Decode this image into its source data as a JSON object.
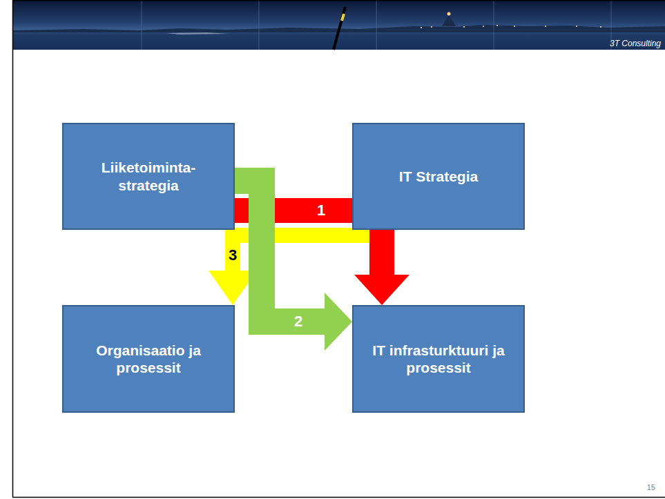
{
  "diagram": {
    "nodes": [
      {
        "text": [
          "Liiketoiminta- strategia"
        ]
      },
      {
        "text": [
          "IT Strategia"
        ]
      },
      {
        "text": [
          "Organisaatio ja prosessit"
        ]
      },
      {
        "text": [
          "IT infrasturktuuri ja prosessit"
        ]
      }
    ],
    "edges": [
      {
        "from": 0,
        "to": 3,
        "arrow": "to",
        "label": "1"
      },
      {
        "from": 0,
        "to": 3,
        "arrow": "to",
        "label": "2"
      },
      {
        "from": 1,
        "to": 2,
        "arrow": "to",
        "label": "3"
      }
    ],
    "labels": [
      "3T Consulting",
      "15"
    ]
  }
}
